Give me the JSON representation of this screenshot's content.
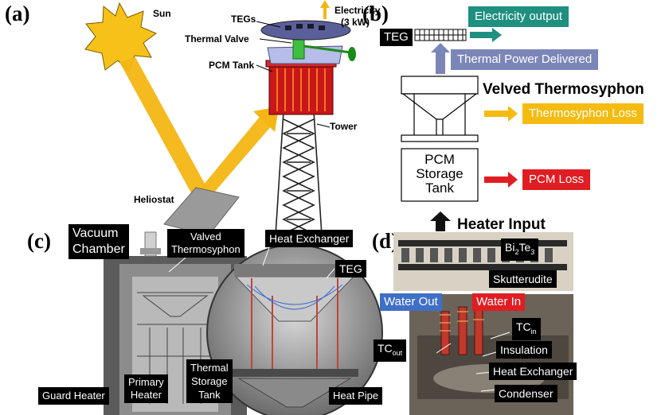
{
  "panel_a": {
    "letter": "(a)",
    "labels": {
      "sun": "Sun",
      "tegs": "TEGs",
      "electricity": "Electricity",
      "power": "(3 kW)",
      "thermal_valve": "Thermal Valve",
      "pcm_tank": "PCM Tank",
      "tower": "Tower",
      "heliostat": "Heliostat"
    }
  },
  "panel_b": {
    "letter": "(b)",
    "teg": "TEG",
    "electricity_output": "Electricity output",
    "thermal_power_delivered": "Thermal Power Delivered",
    "velved_thermosyphon": "Velved Thermosyphon",
    "thermosyphon_loss": "Thermosyphon Loss",
    "pcm_storage_tank": [
      "PCM",
      "Storage",
      "Tank"
    ],
    "pcm_loss": "PCM Loss",
    "heater_input": "Heater Input",
    "colors": {
      "teal": "#1f8f80",
      "blue_gray": "#7b86b8",
      "gold": "#f5bb11",
      "red": "#e01d22"
    }
  },
  "panel_c": {
    "letter": "(c)",
    "vacuum_chamber": [
      "Vacuum",
      "Chamber"
    ],
    "valved_thermosyphon": [
      "Valved",
      "Thermosyphon"
    ],
    "heat_exchanger": "Heat Exchanger",
    "teg": "TEG",
    "guard_heater": "Guard Heater",
    "primary_heater": [
      "Primary",
      "Heater"
    ],
    "thermal_storage_tank": [
      "Thermal",
      "Storage",
      "Tank"
    ],
    "heat_pipe": "Heat Pipe"
  },
  "panel_d": {
    "letter": "(d)",
    "bi2te3": {
      "base": "Bi",
      "sub1": "2",
      "mid": "Te",
      "sub2": "3"
    },
    "skutterudite": "Skutterudite",
    "water_out": "Water Out",
    "water_in": "Water In",
    "tc_out": {
      "base": "TC",
      "sub": "out"
    },
    "tc_in": {
      "base": "TC",
      "sub": "in"
    },
    "insulation": "Insulation",
    "heat_exchanger": "Heat Exchanger",
    "condenser": "Condenser",
    "colors": {
      "water_out": "#3f6fc6",
      "water_in": "#e01d22"
    }
  }
}
